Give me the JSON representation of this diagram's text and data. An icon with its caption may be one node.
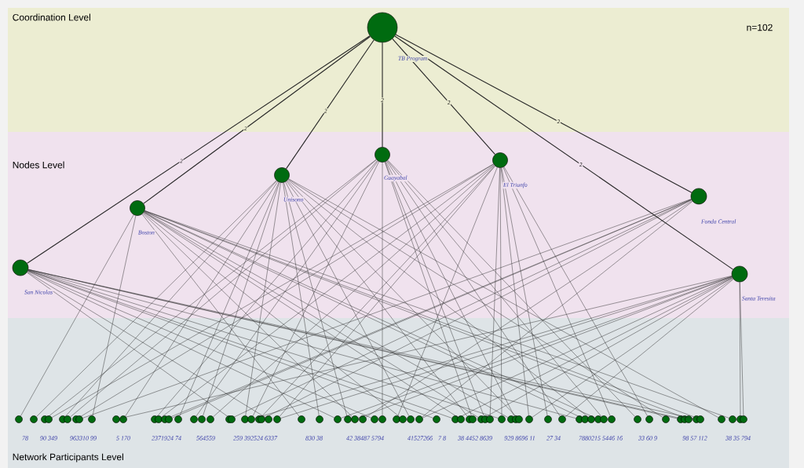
{
  "diagram": {
    "nodes": [
      {
        "text": [],
        "shape": "circle",
        "beside": [
          "TB Program"
        ]
      },
      {
        "text": [],
        "shape": "circle",
        "beside": [
          "San Nicolas"
        ]
      },
      {
        "text": [],
        "shape": "circle",
        "beside": [
          "Boston"
        ]
      },
      {
        "text": [],
        "shape": "circle",
        "beside": [
          "Unisono"
        ]
      },
      {
        "text": [],
        "shape": "circle",
        "beside": [
          "Guayabal"
        ]
      },
      {
        "text": [],
        "shape": "circle",
        "beside": [
          "El Triunfo"
        ]
      },
      {
        "text": [],
        "shape": "circle",
        "beside": [
          "Fonda Central"
        ]
      },
      {
        "text": [],
        "shape": "circle",
        "beside": [
          "Santa Teresita"
        ]
      },
      {
        "text": [],
        "shape": "circle"
      },
      {
        "text": [],
        "shape": "circle"
      },
      {
        "text": [],
        "shape": "circle"
      },
      {
        "text": [],
        "shape": "circle"
      },
      {
        "text": [],
        "shape": "circle"
      },
      {
        "text": [],
        "shape": "circle"
      },
      {
        "text": [],
        "shape": "circle"
      },
      {
        "text": [],
        "shape": "circle"
      },
      {
        "text": [],
        "shape": "circle"
      },
      {
        "text": [],
        "shape": "circle"
      },
      {
        "text": [],
        "shape": "circle"
      },
      {
        "text": [],
        "shape": "circle"
      },
      {
        "text": [],
        "shape": "circle"
      },
      {
        "text": [],
        "shape": "circle"
      },
      {
        "text": [],
        "shape": "circle"
      },
      {
        "text": [],
        "shape": "circle"
      },
      {
        "text": [],
        "shape": "circle"
      },
      {
        "text": [],
        "shape": "circle"
      },
      {
        "text": [],
        "shape": "circle"
      },
      {
        "text": [],
        "shape": "circle"
      },
      {
        "text": [],
        "shape": "circle"
      },
      {
        "text": [],
        "shape": "circle"
      },
      {
        "text": [],
        "shape": "circle"
      },
      {
        "text": [],
        "shape": "circle"
      },
      {
        "text": [],
        "shape": "circle"
      },
      {
        "text": [],
        "shape": "circle"
      },
      {
        "text": [],
        "shape": "circle"
      },
      {
        "text": [],
        "shape": "circle"
      },
      {
        "text": [],
        "shape": "circle"
      },
      {
        "text": [],
        "shape": "circle"
      },
      {
        "text": [],
        "shape": "circle"
      },
      {
        "text": [],
        "shape": "circle"
      },
      {
        "text": [],
        "shape": "circle"
      },
      {
        "text": [],
        "shape": "circle"
      },
      {
        "text": [],
        "shape": "circle"
      },
      {
        "text": [],
        "shape": "circle"
      },
      {
        "text": [],
        "shape": "circle"
      },
      {
        "text": [],
        "shape": "circle"
      },
      {
        "text": [],
        "shape": "circle"
      },
      {
        "text": [],
        "shape": "circle"
      },
      {
        "text": [],
        "shape": "circle"
      },
      {
        "text": [],
        "shape": "circle"
      },
      {
        "text": [],
        "shape": "circle"
      },
      {
        "text": [],
        "shape": "circle"
      },
      {
        "text": [],
        "shape": "circle"
      },
      {
        "text": [],
        "shape": "circle"
      },
      {
        "text": [],
        "shape": "circle"
      },
      {
        "text": [],
        "shape": "circle"
      },
      {
        "text": [],
        "shape": "circle"
      },
      {
        "text": [],
        "shape": "circle"
      },
      {
        "text": [],
        "shape": "circle"
      },
      {
        "text": [],
        "shape": "circle"
      },
      {
        "text": [],
        "shape": "circle"
      },
      {
        "text": [],
        "shape": "circle"
      },
      {
        "text": [],
        "shape": "circle"
      },
      {
        "text": [],
        "shape": "circle"
      },
      {
        "text": [],
        "shape": "circle"
      },
      {
        "text": [],
        "shape": "circle"
      },
      {
        "text": [],
        "shape": "circle"
      },
      {
        "text": [],
        "shape": "circle"
      },
      {
        "text": [],
        "shape": "circle"
      },
      {
        "text": [],
        "shape": "circle"
      },
      {
        "text": [],
        "shape": "circle"
      },
      {
        "text": [],
        "shape": "circle"
      },
      {
        "text": [],
        "shape": "circle"
      },
      {
        "text": [],
        "shape": "circle"
      },
      {
        "text": [],
        "shape": "circle"
      },
      {
        "text": [],
        "shape": "circle"
      },
      {
        "text": [],
        "shape": "circle"
      },
      {
        "text": [],
        "shape": "circle"
      },
      {
        "text": [],
        "shape": "circle"
      },
      {
        "text": [],
        "shape": "circle"
      }
    ],
    "edges": [
      {
        "from": 0,
        "to": 1,
        "arrow": "none",
        "label": "2"
      },
      {
        "from": 0,
        "to": 2,
        "arrow": "none",
        "label": "2"
      },
      {
        "from": 0,
        "to": 3,
        "arrow": "none",
        "label": "2"
      },
      {
        "from": 0,
        "to": 4,
        "arrow": "none",
        "label": "2"
      },
      {
        "from": 0,
        "to": 5,
        "arrow": "none",
        "label": "2"
      },
      {
        "from": 0,
        "to": 6,
        "arrow": "none",
        "label": "2"
      },
      {
        "from": 0,
        "to": 7,
        "arrow": "none",
        "label": "2"
      },
      {
        "from": 1,
        "to": 28,
        "arrow": "none"
      },
      {
        "from": 1,
        "to": 33,
        "arrow": "none"
      },
      {
        "from": 1,
        "to": 37,
        "arrow": "none"
      },
      {
        "from": 1,
        "to": 41,
        "arrow": "none"
      },
      {
        "from": 1,
        "to": 47,
        "arrow": "none"
      },
      {
        "from": 1,
        "to": 48,
        "arrow": "none"
      },
      {
        "from": 1,
        "to": 55,
        "arrow": "none"
      },
      {
        "from": 1,
        "to": 62,
        "arrow": "none"
      },
      {
        "from": 1,
        "to": 71,
        "arrow": "none"
      },
      {
        "from": 1,
        "to": 72,
        "arrow": "none"
      },
      {
        "from": 1,
        "to": 74,
        "arrow": "none"
      },
      {
        "from": 2,
        "to": 8,
        "arrow": "none"
      },
      {
        "from": 2,
        "to": 16,
        "arrow": "none"
      },
      {
        "from": 2,
        "to": 35,
        "arrow": "none"
      },
      {
        "from": 2,
        "to": 39,
        "arrow": "none"
      },
      {
        "from": 2,
        "to": 44,
        "arrow": "none"
      },
      {
        "from": 2,
        "to": 49,
        "arrow": "none"
      },
      {
        "from": 2,
        "to": 52,
        "arrow": "none"
      },
      {
        "from": 2,
        "to": 56,
        "arrow": "none"
      },
      {
        "from": 2,
        "to": 63,
        "arrow": "none"
      },
      {
        "from": 2,
        "to": 65,
        "arrow": "none"
      },
      {
        "from": 2,
        "to": 73,
        "arrow": "none"
      },
      {
        "from": 2,
        "to": 75,
        "arrow": "none"
      },
      {
        "from": 2,
        "to": 77,
        "arrow": "none"
      },
      {
        "from": 3,
        "to": 9,
        "arrow": "none"
      },
      {
        "from": 3,
        "to": 12,
        "arrow": "none"
      },
      {
        "from": 3,
        "to": 18,
        "arrow": "none"
      },
      {
        "from": 3,
        "to": 23,
        "arrow": "none"
      },
      {
        "from": 3,
        "to": 25,
        "arrow": "none"
      },
      {
        "from": 3,
        "to": 29,
        "arrow": "none"
      },
      {
        "from": 3,
        "to": 36,
        "arrow": "none"
      },
      {
        "from": 3,
        "to": 38,
        "arrow": "none"
      },
      {
        "from": 3,
        "to": 45,
        "arrow": "none"
      },
      {
        "from": 3,
        "to": 50,
        "arrow": "none"
      },
      {
        "from": 3,
        "to": 58,
        "arrow": "none"
      },
      {
        "from": 3,
        "to": 64,
        "arrow": "none"
      },
      {
        "from": 3,
        "to": 70,
        "arrow": "none"
      },
      {
        "from": 3,
        "to": 76,
        "arrow": "none"
      },
      {
        "from": 4,
        "to": 10,
        "arrow": "none"
      },
      {
        "from": 4,
        "to": 13,
        "arrow": "none"
      },
      {
        "from": 4,
        "to": 19,
        "arrow": "none"
      },
      {
        "from": 4,
        "to": 24,
        "arrow": "none"
      },
      {
        "from": 4,
        "to": 30,
        "arrow": "none"
      },
      {
        "from": 4,
        "to": 42,
        "arrow": "none"
      },
      {
        "from": 4,
        "to": 51,
        "arrow": "none"
      },
      {
        "from": 4,
        "to": 53,
        "arrow": "none"
      },
      {
        "from": 4,
        "to": 57,
        "arrow": "none"
      },
      {
        "from": 4,
        "to": 61,
        "arrow": "none"
      },
      {
        "from": 4,
        "to": 66,
        "arrow": "none"
      },
      {
        "from": 4,
        "to": 68,
        "arrow": "none"
      },
      {
        "from": 5,
        "to": 11,
        "arrow": "none"
      },
      {
        "from": 5,
        "to": 14,
        "arrow": "none"
      },
      {
        "from": 5,
        "to": 20,
        "arrow": "none"
      },
      {
        "from": 5,
        "to": 26,
        "arrow": "none"
      },
      {
        "from": 5,
        "to": 31,
        "arrow": "none"
      },
      {
        "from": 5,
        "to": 34,
        "arrow": "none"
      },
      {
        "from": 5,
        "to": 43,
        "arrow": "none"
      },
      {
        "from": 5,
        "to": 54,
        "arrow": "none"
      },
      {
        "from": 5,
        "to": 55,
        "arrow": "none"
      },
      {
        "from": 5,
        "to": 59,
        "arrow": "none"
      },
      {
        "from": 5,
        "to": 60,
        "arrow": "none"
      },
      {
        "from": 5,
        "to": 67,
        "arrow": "none"
      },
      {
        "from": 5,
        "to": 69,
        "arrow": "none"
      },
      {
        "from": 6,
        "to": 15,
        "arrow": "none"
      },
      {
        "from": 6,
        "to": 21,
        "arrow": "none"
      },
      {
        "from": 6,
        "to": 22,
        "arrow": "none"
      },
      {
        "from": 6,
        "to": 27,
        "arrow": "none"
      },
      {
        "from": 6,
        "to": 32,
        "arrow": "none"
      },
      {
        "from": 6,
        "to": 40,
        "arrow": "none"
      },
      {
        "from": 6,
        "to": 46,
        "arrow": "none"
      },
      {
        "from": 7,
        "to": 17,
        "arrow": "none"
      },
      {
        "from": 7,
        "to": 30,
        "arrow": "none"
      },
      {
        "from": 7,
        "to": 34,
        "arrow": "none"
      },
      {
        "from": 7,
        "to": 37,
        "arrow": "none"
      },
      {
        "from": 7,
        "to": 39,
        "arrow": "none"
      },
      {
        "from": 7,
        "to": 46,
        "arrow": "none"
      },
      {
        "from": 7,
        "to": 48,
        "arrow": "none"
      },
      {
        "from": 7,
        "to": 52,
        "arrow": "none"
      },
      {
        "from": 7,
        "to": 59,
        "arrow": "none"
      },
      {
        "from": 7,
        "to": 61,
        "arrow": "none"
      },
      {
        "from": 7,
        "to": 78,
        "arrow": "none"
      },
      {
        "from": 7,
        "to": 79,
        "arrow": "none"
      }
    ],
    "labels": [
      "Coordination Level",
      "n=102",
      "Nodes Level",
      "78",
      "90 349",
      "963310 99",
      "5 170",
      "2371924 74",
      "564559",
      "259 392524 6337",
      "830 38",
      "42 38487 5794",
      "41527266",
      "7 8",
      "38 4452 8639",
      "929 8696 11",
      "27 34",
      "7880215 5446 16",
      "33 60 9",
      "98 57 112",
      "38 35 794",
      "Network Participants Level"
    ]
  }
}
